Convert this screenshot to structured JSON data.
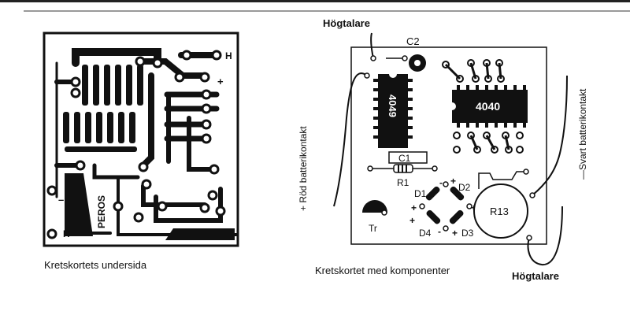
{
  "left_board": {
    "caption": "Kretskortets undersida",
    "label_h_top": "H",
    "label_h_bottom": "H",
    "label_plus": "+",
    "label_minus": "–",
    "label_peros": "PEROS"
  },
  "right_board": {
    "caption": "Kretskortet med komponenter",
    "speaker_top": "Högtalare",
    "speaker_bottom": "Högtalare",
    "battery_red": "+ Röd batterikontakt",
    "battery_black": "—Svart batterikontakt",
    "c2": "C2",
    "ic_4049": "4049",
    "ic_4040": "4040",
    "c1": "C1",
    "r1": "R1",
    "tr": "Tr",
    "r13": "R13",
    "d1": "D1",
    "d2": "D2",
    "d3": "D3",
    "d4": "D4"
  }
}
